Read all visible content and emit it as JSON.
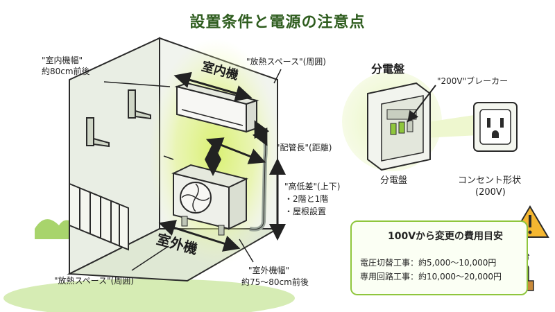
{
  "title": "設置条件と電源の注意点",
  "labels": {
    "indoor_width": "\"室内機幅\"",
    "indoor_width_value": "約80cm前後",
    "heat_space_top": "\"放熱スペース\"(周囲)",
    "indoor_unit": "室内機",
    "pipe_length": "\"配管長\"(距離)",
    "height_diff": "\"高低差\"(上下)",
    "height_diff_items": [
      "・2階と1階",
      "・屋根設置"
    ],
    "outdoor_unit": "室外機",
    "heat_space_bottom": "\"放熱スペース\"(周囲)",
    "outdoor_width": "\"室外機幅\"",
    "outdoor_width_value": "約75〜80cm前後",
    "panel_title": "分電盤",
    "panel_caption": "分電盤",
    "breaker": "\"200V\"ブレーカー",
    "outlet": "コンセント形状",
    "outlet_voltage": "(200V)"
  },
  "cost": {
    "title": "100Vから変更の費用目安",
    "rows": [
      "電圧切替工事：約5,000〜10,000円",
      "専用回路工事：約10,000〜20,000円"
    ]
  },
  "colors": {
    "accent_green": "#8fc63d",
    "glow": "#d8f06a",
    "title_green": "#2f5d1f",
    "wall": "#eef2ea",
    "outline": "#2a2a2a"
  },
  "icons": [
    "coins-icon",
    "warning-icon",
    "worker-icon",
    "outlet-icon",
    "fan-icon",
    "dimension-arrow-icon"
  ]
}
